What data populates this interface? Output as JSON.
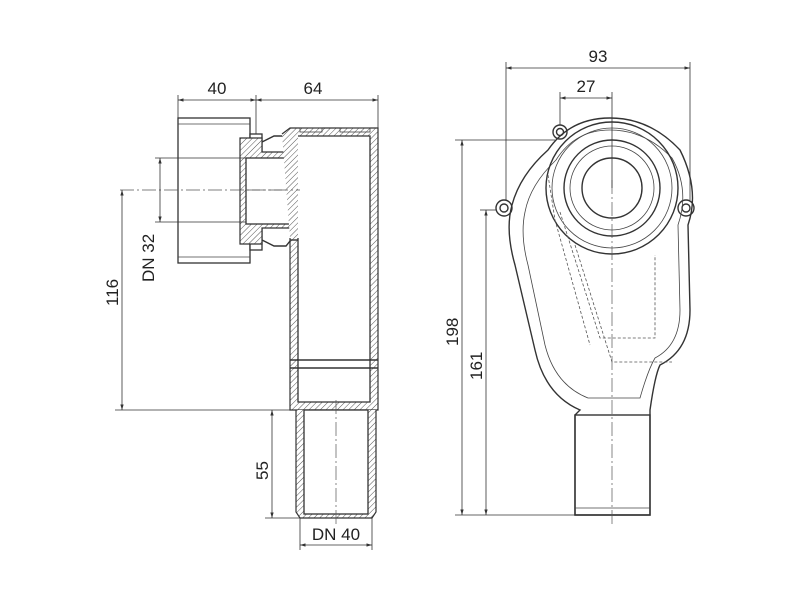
{
  "side_view": {
    "dim_inlet_length": "40",
    "dim_body_width": "64",
    "dim_inlet_diameter": "DN 32",
    "dim_inlet_height": "116",
    "dim_outlet_length": "55",
    "dim_outlet_diameter": "DN 40"
  },
  "front_view": {
    "dim_overall_width": "93",
    "dim_inlet_offset": "27",
    "dim_overall_height": "198",
    "dim_outlet_height": "161"
  }
}
